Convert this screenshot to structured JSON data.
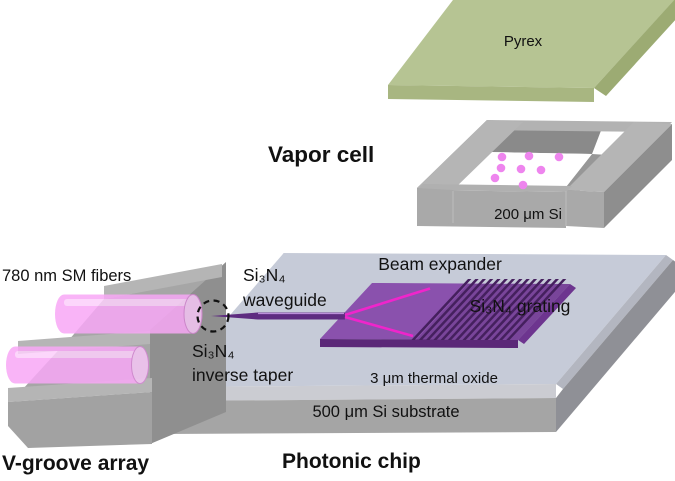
{
  "diagram": {
    "labels": {
      "fibers": "780 nm SM fibers",
      "vgroove_array": "V-groove array",
      "vapor_cell": "Vapor cell",
      "pyrex": "Pyrex",
      "si_200": "200 μm Si",
      "beam_expander": "Beam expander",
      "grating": "Si₃N₄ grating",
      "waveguide_line1": "Si₃N₄",
      "waveguide_line2": "waveguide",
      "taper_line1": "Si₃N₄",
      "taper_line2": "inverse taper",
      "thermal_oxide": "3 μm thermal oxide",
      "substrate": "500 μm Si substrate",
      "photonic_chip": "Photonic chip"
    },
    "colors": {
      "pyrex_top": "#b6c493",
      "pyrex_front": "#a8b681",
      "pyrex_right": "#9cab73",
      "chip_top": "#c6cbd8",
      "purple_slab": "#8a51ad",
      "grating_stripe": "#45205e",
      "waveguide_purple": "#5e2c80",
      "magenta_beam": "#ef25cb",
      "fiber_pink": "#f8a8f6",
      "fiber_end": "#f5c6f5",
      "vapor_dot": "#ee85ee",
      "gray_top": "#b5b5b5",
      "gray_front": "#a9a9a9",
      "gray_dark": "#8f8f8f"
    }
  }
}
